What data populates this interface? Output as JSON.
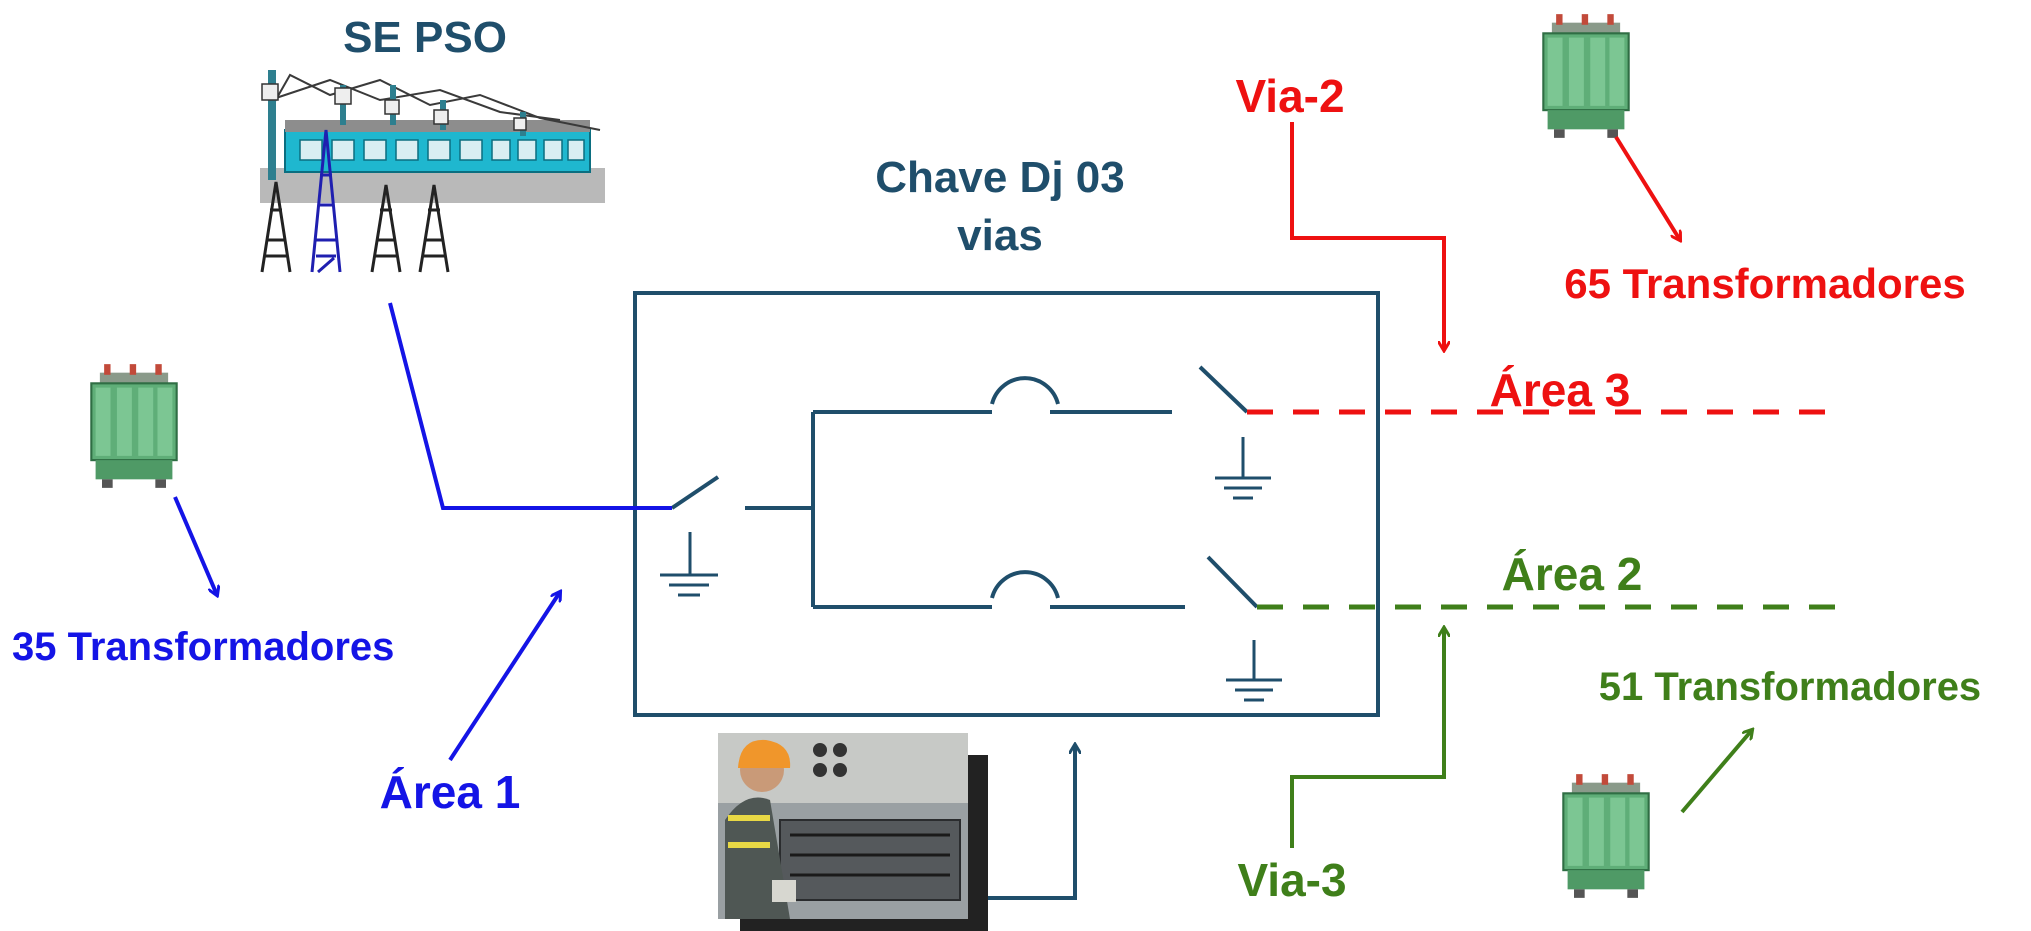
{
  "substation": {
    "label": "SE PSO"
  },
  "switch": {
    "title_line1": "Chave Dj 03",
    "title_line2": "vias"
  },
  "areas": [
    {
      "label": "Área 1",
      "transformers": "35 Transformadores",
      "color": "#1414e6"
    },
    {
      "label": "Área 3",
      "via": "Via-2",
      "transformers": "65 Transformadores",
      "color": "#ee1111"
    },
    {
      "label": "Área 2",
      "via": "Via-3",
      "transformers": "51 Transformadores",
      "color": "#3f7f1a"
    }
  ],
  "colors": {
    "switch": "#1f4e6b",
    "title": "#1f4e6b"
  },
  "icons": [
    "transformer-icon",
    "substation-icon",
    "worker-photo"
  ]
}
